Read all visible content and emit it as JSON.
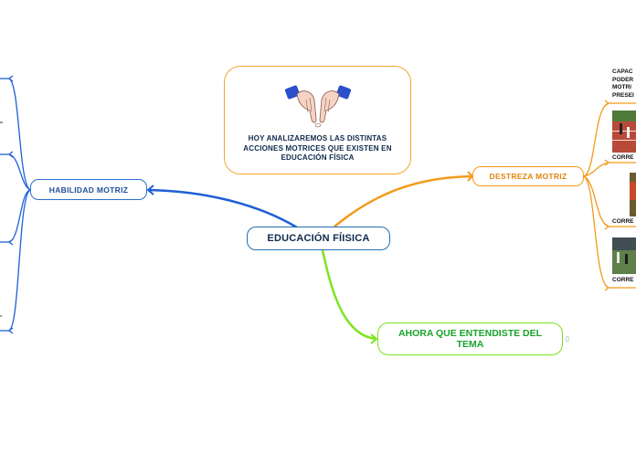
{
  "central": {
    "label": "EDUCACIÓN FÍISICA"
  },
  "intro": {
    "text": "HOY ANALIZAREMOS LAS DISTINTAS ACCIONES MOTRICES QUE EXISTEN EN EDUCACIÓN FÍSICA",
    "image_icon": "hands-pointing-icon"
  },
  "habilidad": {
    "label": "HABILIDAD MOTRIZ"
  },
  "destreza": {
    "label": "DESTREZA MOTRIZ",
    "definition_lines": [
      "CAPAC",
      "PODER",
      "MOTRI",
      "PRESEI"
    ],
    "images": [
      {
        "label": "CORRE",
        "icon": "running-track-photo"
      },
      {
        "label": "CORRE",
        "icon": "sprinter-photo"
      },
      {
        "label": "CORRE",
        "icon": "field-runners-photo"
      }
    ]
  },
  "ahora": {
    "label": "AHORA QUE ENTENDISTE DEL TEMA"
  },
  "colors": {
    "blue": "#1e5fd6",
    "orange": "#f39a1a",
    "green": "#7ce51e",
    "dark": "#0f2a4a"
  }
}
